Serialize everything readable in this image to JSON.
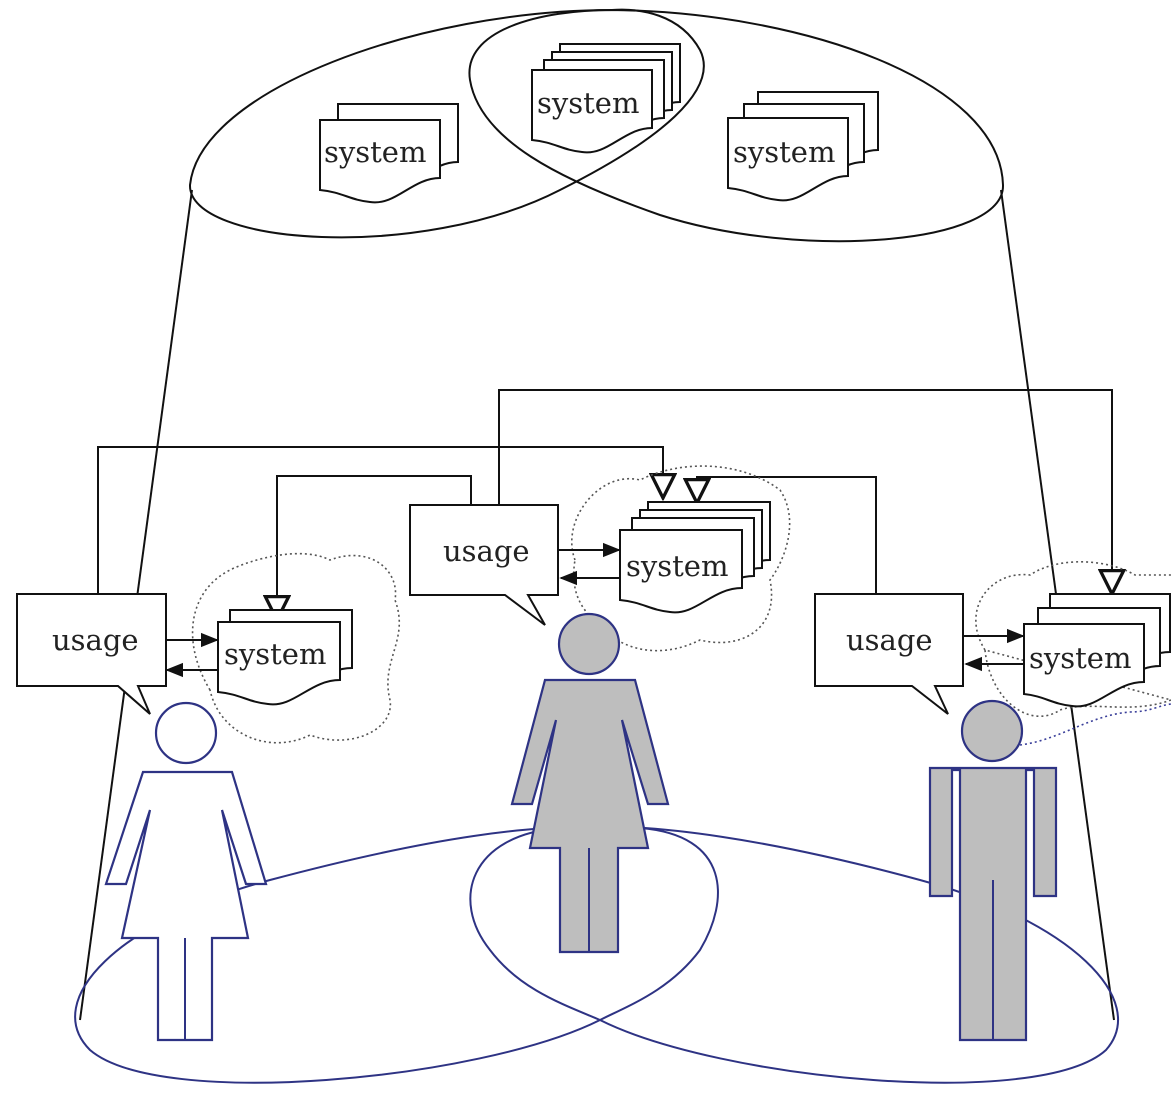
{
  "labels": {
    "system_top_left": "system",
    "system_top_center": "system",
    "system_top_right": "system",
    "usage_left": "usage",
    "usage_center": "usage",
    "usage_right": "usage",
    "system_left": "system",
    "system_center": "system",
    "system_right": "system"
  },
  "colors": {
    "line": "#111111",
    "person_outline": "#2e3384",
    "person_fill_gray": "#bebebe",
    "person_fill_white": "#ffffff"
  },
  "icons": [
    "woman-figure-outline-icon",
    "woman-figure-gray-icon",
    "man-figure-gray-icon",
    "document-stack-icon",
    "speech-bubble-icon"
  ]
}
